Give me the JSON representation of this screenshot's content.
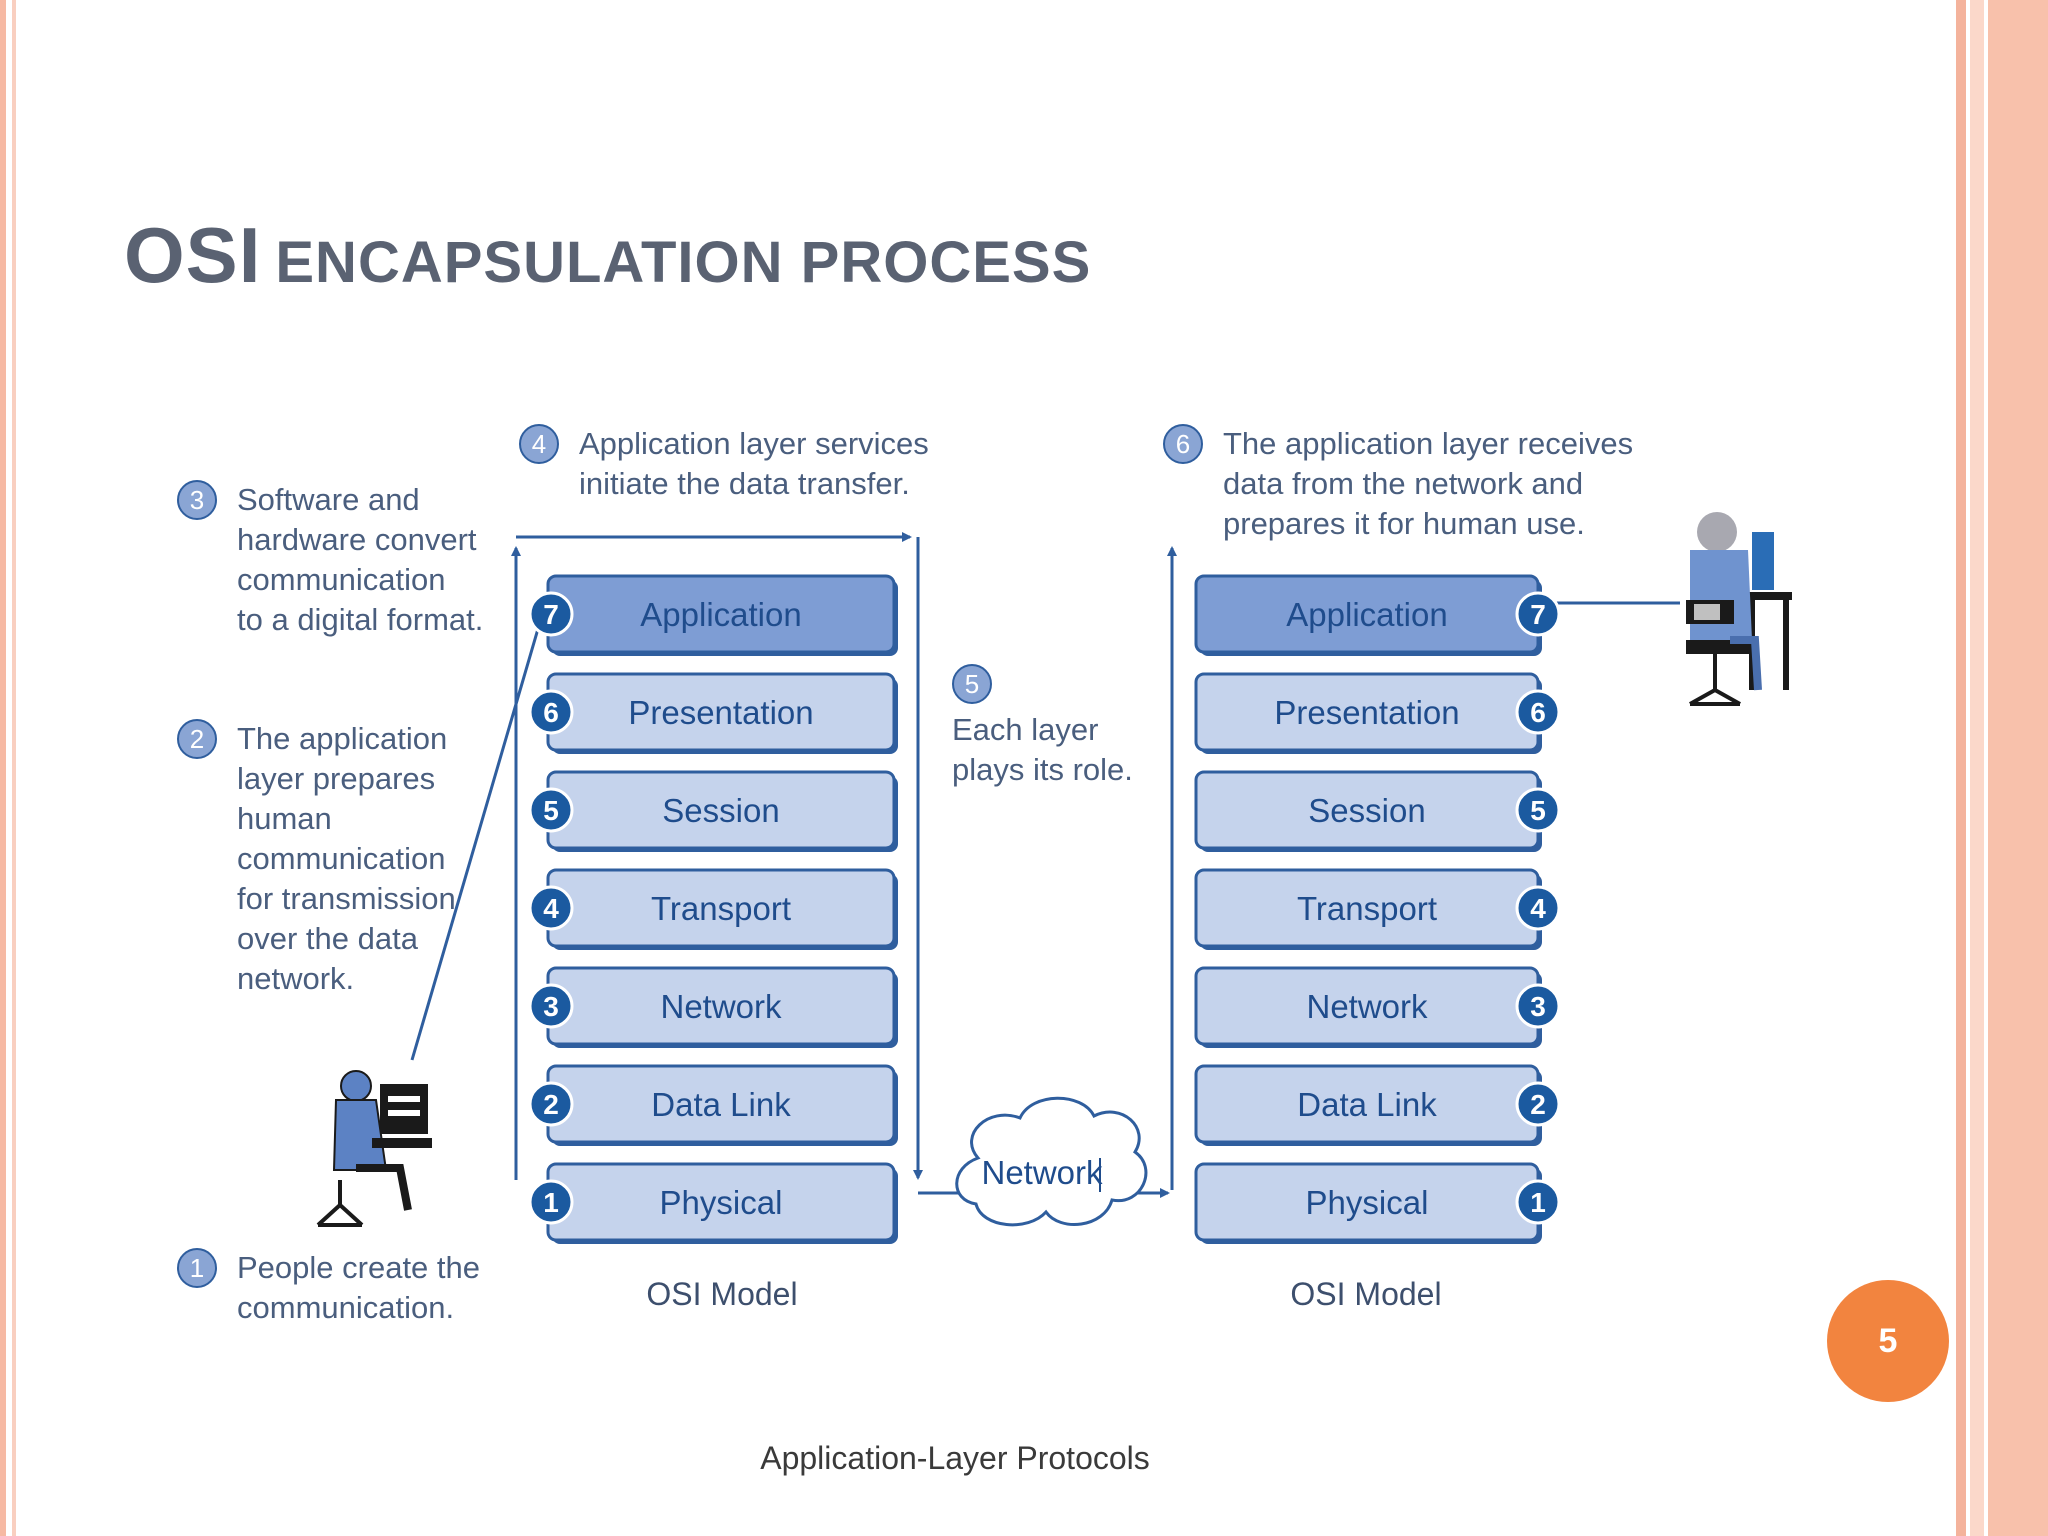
{
  "slide": {
    "title_main": "OSI",
    "title_rest": "encapsulation process",
    "page_number": "5",
    "footer": "Application-Layer Protocols"
  },
  "diagram": {
    "callouts": [
      {
        "num": "1",
        "lines": [
          "People create the",
          "communication."
        ]
      },
      {
        "num": "2",
        "lines": [
          "The application",
          "layer prepares",
          "human",
          "communication",
          "for transmission",
          "over the data",
          "network."
        ]
      },
      {
        "num": "3",
        "lines": [
          "Software and",
          "hardware convert",
          "communication",
          "to a digital format."
        ]
      },
      {
        "num": "4",
        "lines": [
          "Application layer services",
          "initiate the data transfer."
        ]
      },
      {
        "num": "5",
        "lines": [
          "Each layer",
          "plays its role."
        ]
      },
      {
        "num": "6",
        "lines": [
          "The application layer receives",
          "data from the network and",
          "prepares it for human use."
        ]
      }
    ],
    "layers": [
      {
        "num": "7",
        "name": "Application"
      },
      {
        "num": "6",
        "name": "Presentation"
      },
      {
        "num": "5",
        "name": "Session"
      },
      {
        "num": "4",
        "name": "Transport"
      },
      {
        "num": "3",
        "name": "Network"
      },
      {
        "num": "2",
        "name": "Data Link"
      },
      {
        "num": "1",
        "name": "Physical"
      }
    ],
    "model_label": "OSI Model",
    "cloud_label": "Network"
  },
  "colors": {
    "title": "#5a6272",
    "layer_fill": "#c5d3ec",
    "layer_top_fill": "#7e9dd4",
    "layer_stroke": "#2f5e9e",
    "badge_dark": "#1b5aa0",
    "badge_light": "#8aa5d4",
    "page_badge": "#f2843f"
  }
}
